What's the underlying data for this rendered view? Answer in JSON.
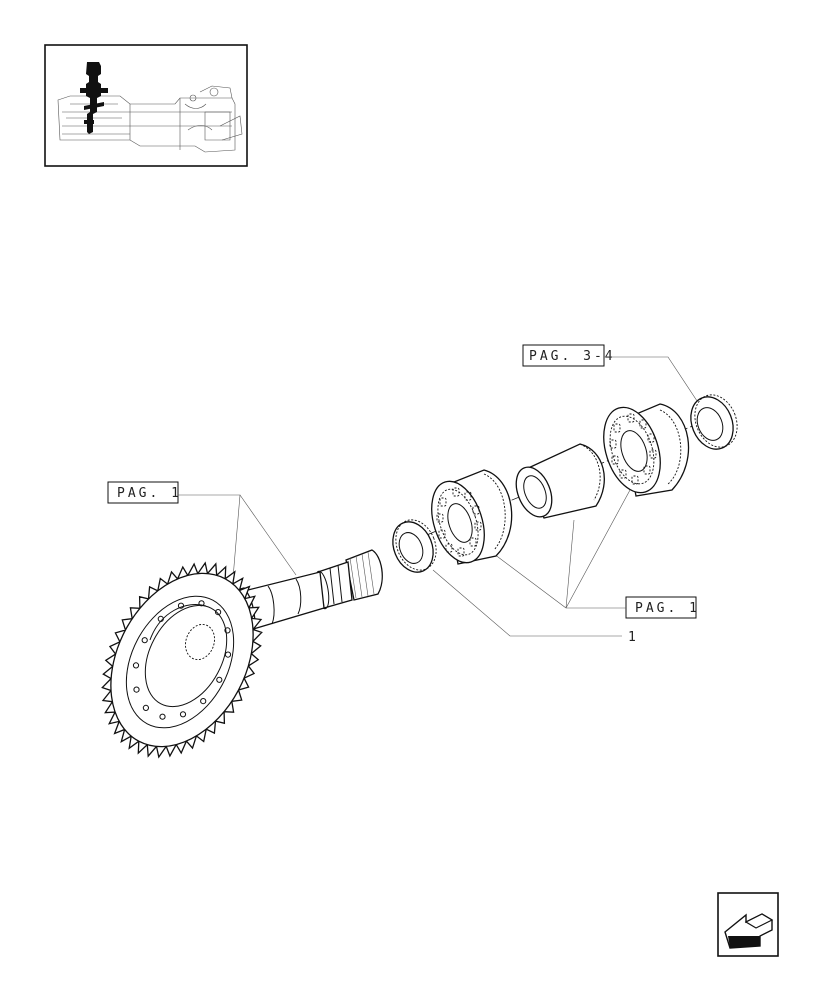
{
  "callouts": {
    "pag_3_4": "PAG. 3-4",
    "pag_1_left": "PAG. 1",
    "pag_1_right": "PAG. 1",
    "item_1": "1"
  },
  "colors": {
    "ink": "#111111",
    "paper": "#ffffff"
  },
  "icons": {
    "thumbnail": "axle-assembly-thumbnail-icon",
    "nav": "back-arrow-icon"
  }
}
